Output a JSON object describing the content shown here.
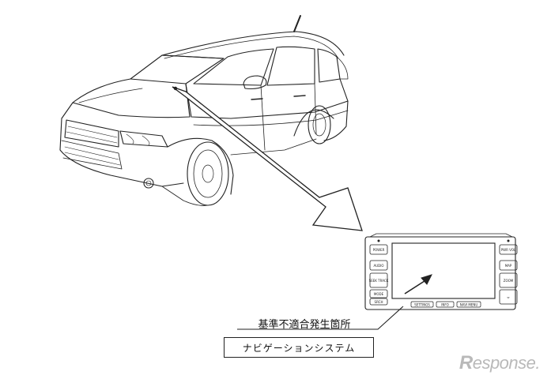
{
  "labels": {
    "defect_location": "基準不適合発生箇所",
    "component_name": "ナビゲーションシステム"
  },
  "navi": {
    "left_buttons": [
      "POWER",
      "AUDIO",
      "SEEK TRACK",
      "MODE",
      "SRCH"
    ],
    "right_buttons": [
      "PWR VOL",
      "MAP",
      "ZOOM",
      "⇔"
    ],
    "bottom_buttons": [
      "SETTINGS",
      "INFO",
      "NAVI MENU"
    ]
  },
  "watermark": {
    "r": "R",
    "rest": "esponse."
  },
  "colors": {
    "line": "#222222",
    "watermark": "#b9b9b9"
  }
}
